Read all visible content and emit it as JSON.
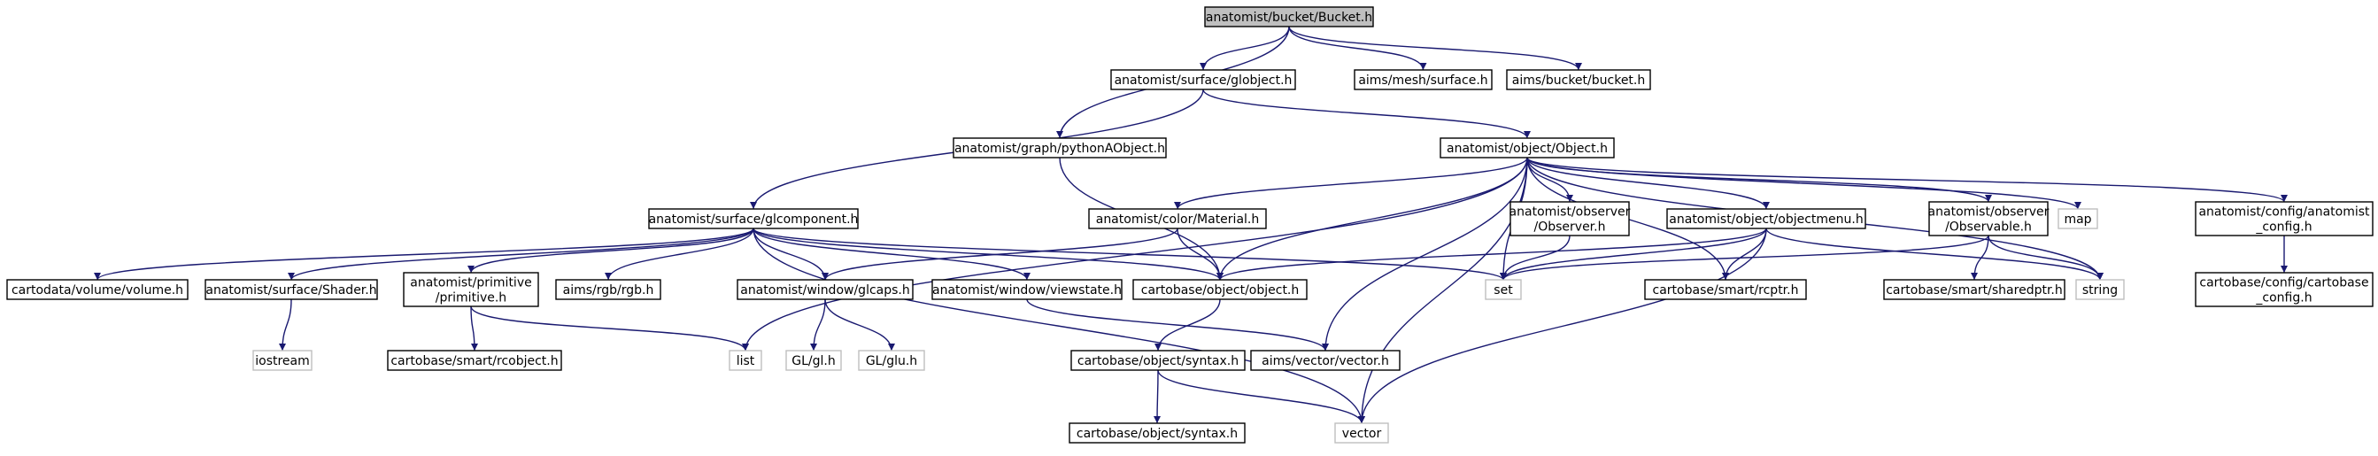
{
  "colors": {
    "edge": "#191970",
    "root_fill": "#bfbfbf",
    "node_fill": "#ffffff",
    "node_border": "#000000",
    "external_border": "#bfbfbf"
  },
  "nodes": [
    {
      "id": "bucket",
      "lines": [
        "anatomist/bucket/Bucket.h"
      ],
      "kind": "root"
    },
    {
      "id": "globject",
      "lines": [
        "anatomist/surface/globject.h"
      ],
      "kind": "normal"
    },
    {
      "id": "aimssurface",
      "lines": [
        "aims/mesh/surface.h"
      ],
      "kind": "normal"
    },
    {
      "id": "aimsbucket",
      "lines": [
        "aims/bucket/bucket.h"
      ],
      "kind": "normal"
    },
    {
      "id": "pythonaobject",
      "lines": [
        "anatomist/graph/pythonAObject.h"
      ],
      "kind": "normal"
    },
    {
      "id": "object",
      "lines": [
        "anatomist/object/Object.h"
      ],
      "kind": "normal"
    },
    {
      "id": "glcomponent",
      "lines": [
        "anatomist/surface/glcomponent.h"
      ],
      "kind": "normal"
    },
    {
      "id": "material",
      "lines": [
        "anatomist/color/Material.h"
      ],
      "kind": "normal"
    },
    {
      "id": "observer",
      "lines": [
        "anatomist/observer",
        "/Observer.h"
      ],
      "kind": "normal"
    },
    {
      "id": "objectmenu",
      "lines": [
        "anatomist/object/objectmenu.h"
      ],
      "kind": "normal"
    },
    {
      "id": "observable",
      "lines": [
        "anatomist/observer",
        "/Observable.h"
      ],
      "kind": "normal"
    },
    {
      "id": "map",
      "lines": [
        "map"
      ],
      "kind": "external"
    },
    {
      "id": "anaconfig",
      "lines": [
        "anatomist/config/anatomist",
        "_config.h"
      ],
      "kind": "normal"
    },
    {
      "id": "volume",
      "lines": [
        "cartodata/volume/volume.h"
      ],
      "kind": "normal"
    },
    {
      "id": "shader",
      "lines": [
        "anatomist/surface/Shader.h"
      ],
      "kind": "normal"
    },
    {
      "id": "primitive",
      "lines": [
        "anatomist/primitive",
        "/primitive.h"
      ],
      "kind": "normal"
    },
    {
      "id": "rgb",
      "lines": [
        "aims/rgb/rgb.h"
      ],
      "kind": "normal"
    },
    {
      "id": "glcaps",
      "lines": [
        "anatomist/window/glcaps.h"
      ],
      "kind": "normal"
    },
    {
      "id": "viewstate",
      "lines": [
        "anatomist/window/viewstate.h"
      ],
      "kind": "normal"
    },
    {
      "id": "cartoobject",
      "lines": [
        "cartobase/object/object.h"
      ],
      "kind": "normal"
    },
    {
      "id": "set",
      "lines": [
        "set"
      ],
      "kind": "external"
    },
    {
      "id": "rcptr",
      "lines": [
        "cartobase/smart/rcptr.h"
      ],
      "kind": "normal"
    },
    {
      "id": "sharedptr",
      "lines": [
        "cartobase/smart/sharedptr.h"
      ],
      "kind": "normal"
    },
    {
      "id": "string",
      "lines": [
        "string"
      ],
      "kind": "external"
    },
    {
      "id": "cbconfig",
      "lines": [
        "cartobase/config/cartobase",
        "_config.h"
      ],
      "kind": "normal"
    },
    {
      "id": "iostream",
      "lines": [
        "iostream"
      ],
      "kind": "external"
    },
    {
      "id": "rcobject",
      "lines": [
        "cartobase/smart/rcobject.h"
      ],
      "kind": "normal"
    },
    {
      "id": "list",
      "lines": [
        "list"
      ],
      "kind": "external"
    },
    {
      "id": "glh",
      "lines": [
        "GL/gl.h"
      ],
      "kind": "external"
    },
    {
      "id": "gluh",
      "lines": [
        "GL/glu.h"
      ],
      "kind": "external"
    },
    {
      "id": "syntax",
      "lines": [
        "cartobase/object/syntax.h"
      ],
      "kind": "normal"
    },
    {
      "id": "vector_h",
      "lines": [
        "aims/vector/vector.h"
      ],
      "kind": "normal"
    },
    {
      "id": "syntax2",
      "lines": [
        "cartobase/object/syntax.h"
      ],
      "kind": "normal"
    },
    {
      "id": "vector",
      "lines": [
        "vector"
      ],
      "kind": "external"
    }
  ],
  "edges": [
    [
      "bucket",
      "globject"
    ],
    [
      "bucket",
      "aimssurface"
    ],
    [
      "bucket",
      "aimsbucket"
    ],
    [
      "bucket",
      "pythonaobject"
    ],
    [
      "globject",
      "object"
    ],
    [
      "globject",
      "glcomponent"
    ],
    [
      "pythonaobject",
      "cartoobject"
    ],
    [
      "object",
      "material"
    ],
    [
      "object",
      "observer"
    ],
    [
      "object",
      "objectmenu"
    ],
    [
      "object",
      "observable"
    ],
    [
      "object",
      "map"
    ],
    [
      "object",
      "anaconfig"
    ],
    [
      "object",
      "string"
    ],
    [
      "object",
      "set"
    ],
    [
      "object",
      "rcptr"
    ],
    [
      "object",
      "cartoobject"
    ],
    [
      "object",
      "list"
    ],
    [
      "object",
      "vector_h"
    ],
    [
      "object",
      "vector"
    ],
    [
      "glcomponent",
      "volume"
    ],
    [
      "glcomponent",
      "shader"
    ],
    [
      "glcomponent",
      "primitive"
    ],
    [
      "glcomponent",
      "rgb"
    ],
    [
      "glcomponent",
      "glcaps"
    ],
    [
      "glcomponent",
      "viewstate"
    ],
    [
      "glcomponent",
      "cartoobject"
    ],
    [
      "glcomponent",
      "set"
    ],
    [
      "glcomponent",
      "vector"
    ],
    [
      "material",
      "glcaps"
    ],
    [
      "material",
      "cartoobject"
    ],
    [
      "observer",
      "set"
    ],
    [
      "objectmenu",
      "cartoobject"
    ],
    [
      "objectmenu",
      "set"
    ],
    [
      "objectmenu",
      "rcptr"
    ],
    [
      "objectmenu",
      "string"
    ],
    [
      "objectmenu",
      "vector"
    ],
    [
      "observable",
      "set"
    ],
    [
      "observable",
      "sharedptr"
    ],
    [
      "observable",
      "string"
    ],
    [
      "anaconfig",
      "cbconfig"
    ],
    [
      "shader",
      "iostream"
    ],
    [
      "primitive",
      "rcobject"
    ],
    [
      "primitive",
      "list"
    ],
    [
      "glcaps",
      "glh"
    ],
    [
      "glcaps",
      "gluh"
    ],
    [
      "viewstate",
      "vector_h"
    ],
    [
      "cartoobject",
      "syntax"
    ],
    [
      "syntax",
      "syntax2"
    ],
    [
      "syntax",
      "vector"
    ]
  ]
}
